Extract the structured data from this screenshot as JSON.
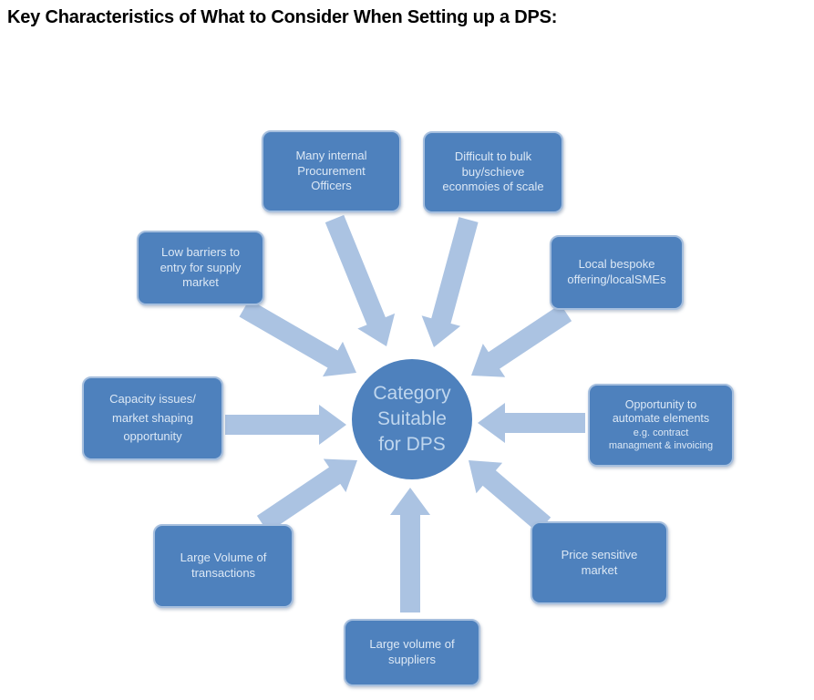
{
  "title": "Key Characteristics of What to Consider When Setting up a DPS:",
  "center": {
    "label": "Category\nSuitable\nfor DPS"
  },
  "nodes": [
    {
      "id": "many-internal-procurement-officers",
      "label": "Many internal\nProcurement\nOfficers"
    },
    {
      "id": "difficult-to-bulk-buy",
      "label": "Difficult to bulk\nbuy/schieve\neconmoies of scale"
    },
    {
      "id": "low-barriers-to-entry",
      "label": "Low barriers to\nentry for supply\nmarket"
    },
    {
      "id": "local-bespoke-offering",
      "label": "Local bespoke\noffering/localSMEs"
    },
    {
      "id": "capacity-issues",
      "label": "Capacity issues/\nmarket shaping\nopportunity"
    },
    {
      "id": "opportunity-to-automate",
      "label": "Opportunity to\nautomate elements",
      "sublabel": "e.g. contract\nmanagment & invoicing"
    },
    {
      "id": "large-volume-of-transactions",
      "label": "Large Volume of\ntransactions"
    },
    {
      "id": "price-sensitive-market",
      "label": "Price sensitive\nmarket"
    },
    {
      "id": "large-volume-of-suppliers",
      "label": "Large volume of\nsuppliers"
    }
  ],
  "colors": {
    "box": "#4e81bd",
    "boxBorder": "#a6bfde",
    "arrow": "#abc3e2",
    "boxText": "#dce8f5",
    "circleText": "#bfd6ee",
    "titleText": "#000000"
  }
}
